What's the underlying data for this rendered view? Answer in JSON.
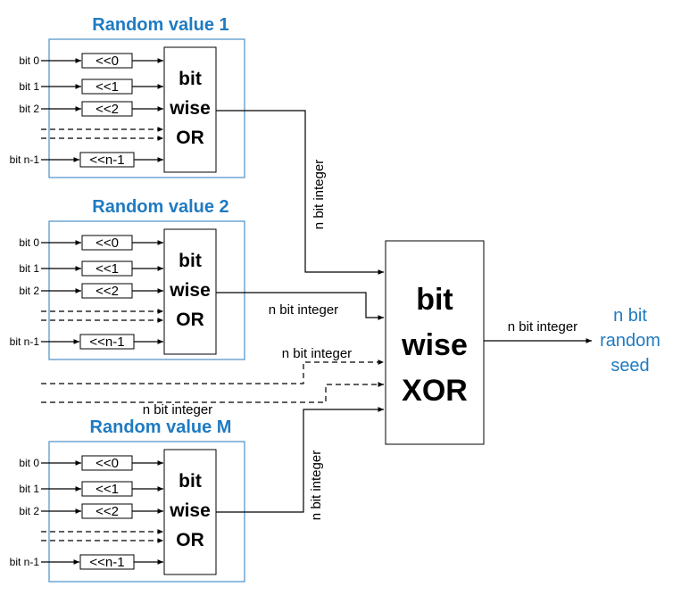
{
  "groups": [
    {
      "title": "Random value 1"
    },
    {
      "title": "Random value 2"
    },
    {
      "title": "Random value M"
    }
  ],
  "bit_labels": [
    "bit 0",
    "bit 1",
    "bit 2",
    "bit n-1"
  ],
  "shift_labels": [
    "<<0",
    "<<1",
    "<<2",
    "<<n-1"
  ],
  "or_lines": [
    "bit",
    "wise",
    "OR"
  ],
  "xor_lines": [
    "bit",
    "wise",
    "XOR"
  ],
  "int_label": "n bit integer",
  "seed_lines": [
    "n bit",
    "random",
    "seed"
  ],
  "colors": {
    "accent": "#1f7bc1",
    "group_border": "#4a90c8"
  }
}
